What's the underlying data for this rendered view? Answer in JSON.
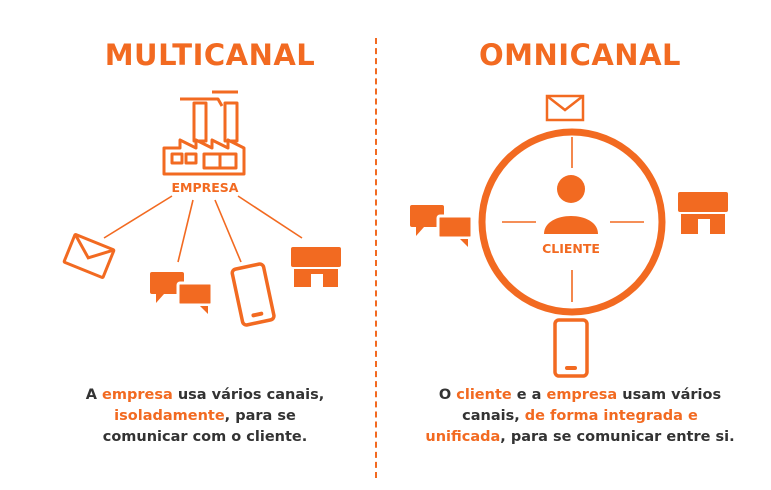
{
  "left": {
    "title": "MULTICANAL",
    "hub_label": "EMPRESA",
    "desc": {
      "p1": "A ",
      "h1": "empresa",
      "p2": " usa vários canais,",
      "h2": "isoladamente",
      "p3": ", para se",
      "p4": "comunicar com o cliente."
    }
  },
  "right": {
    "title": "OMNICANAL",
    "hub_label": "CLIENTE",
    "desc": {
      "p1": "O ",
      "h1": "cliente",
      "p2": " e a ",
      "h2": "empresa",
      "p3": " usam vários",
      "p4": "canais, ",
      "h3": "de forma integrada e",
      "h4": "unificada",
      "p5": ", para se comunicar entre si."
    }
  },
  "colors": {
    "accent": "#f26a21",
    "text": "#333333",
    "background": "#ffffff"
  },
  "icons": [
    "factory-icon",
    "envelope-icon",
    "chat-bubbles-icon",
    "smartphone-icon",
    "store-icon",
    "person-icon"
  ]
}
